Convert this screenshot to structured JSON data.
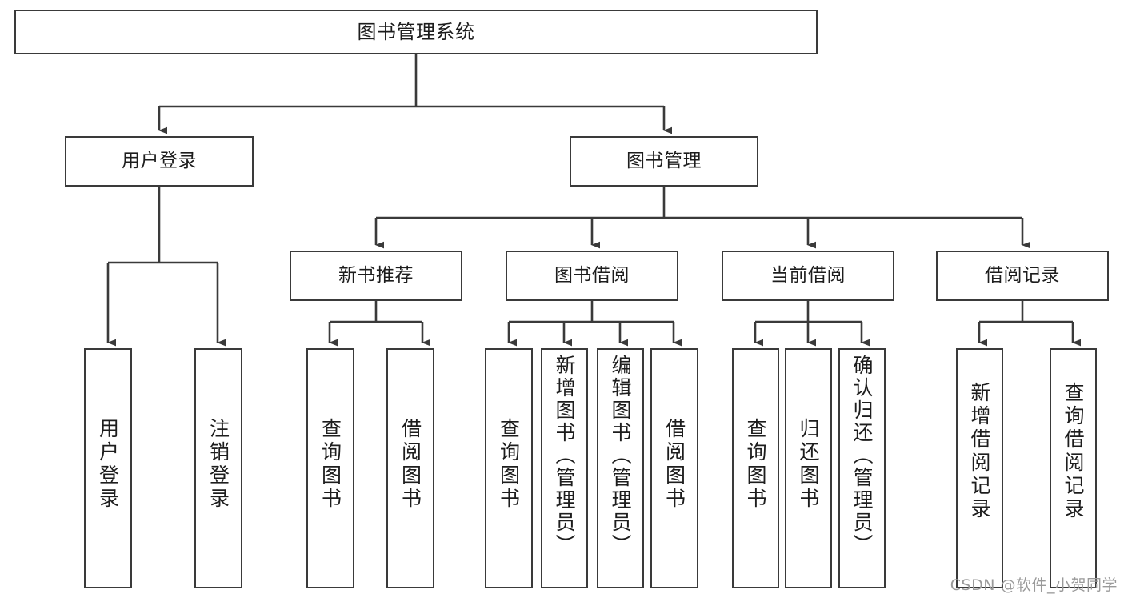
{
  "diagram": {
    "title": "图书管理系统",
    "type": "tree-hierarchy",
    "root": {
      "label": "图书管理系统"
    },
    "level2": [
      {
        "label": "用户登录"
      },
      {
        "label": "图书管理"
      }
    ],
    "level3": [
      {
        "label": "新书推荐"
      },
      {
        "label": "图书借阅"
      },
      {
        "label": "当前借阅"
      },
      {
        "label": "借阅记录"
      }
    ],
    "leaves": {
      "user_login": [
        {
          "label": "用户登录"
        },
        {
          "label": "注销登录"
        }
      ],
      "new_book_recommend": [
        {
          "label": "查询图书"
        },
        {
          "label": "借阅图书"
        }
      ],
      "book_borrow": [
        {
          "label": "查询图书"
        },
        {
          "label": "新增图书（管理员）"
        },
        {
          "label": "编辑图书（管理员）"
        },
        {
          "label": "借阅图书"
        }
      ],
      "current_borrow": [
        {
          "label": "查询图书"
        },
        {
          "label": "归还图书"
        },
        {
          "label": "确认归还（管理员）"
        }
      ],
      "borrow_record": [
        {
          "label": "新增借阅记录"
        },
        {
          "label": "查询借阅记录"
        }
      ]
    },
    "colors": {
      "stroke": "#3a3a3a",
      "text": "#1d1d1d",
      "background": "#ffffff",
      "watermark": "#9a9a9a"
    }
  },
  "watermark": {
    "text": "CSDN @软件_小贺同学"
  }
}
